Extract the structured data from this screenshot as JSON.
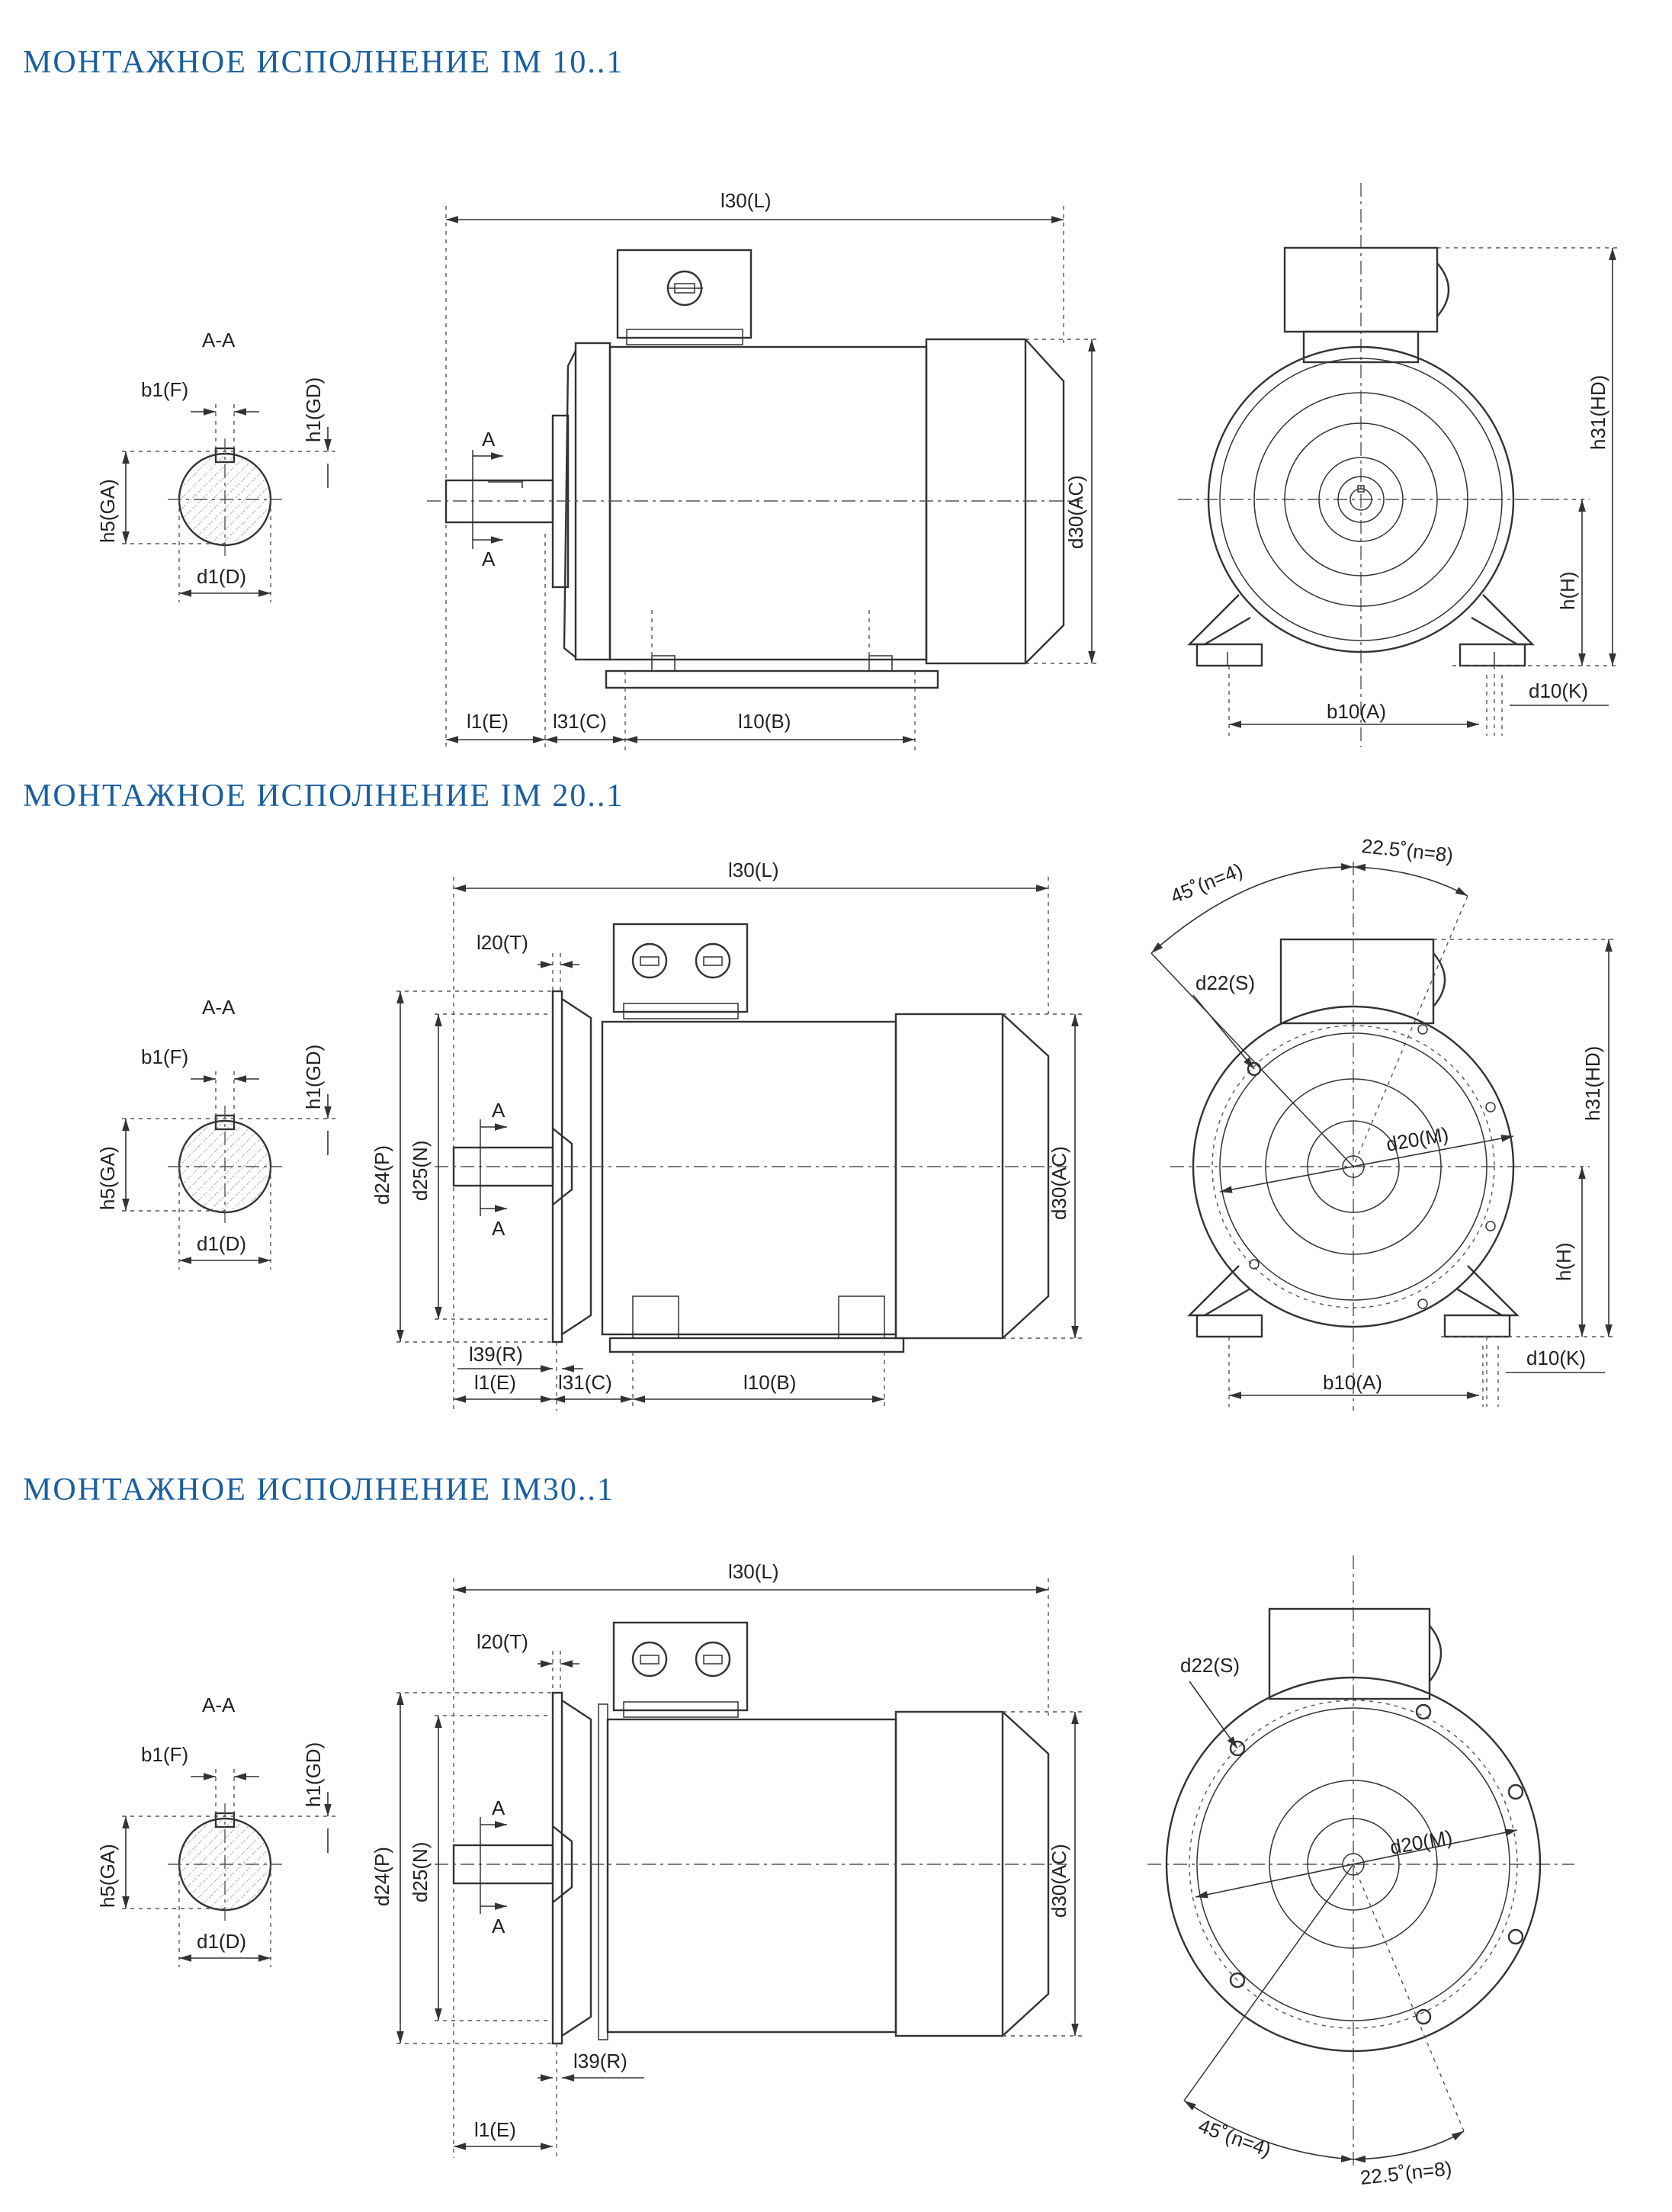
{
  "sections": [
    {
      "title": "МОНТАЖНОЕ ИСПОЛНЕНИЕ IM 10..1",
      "labels": {
        "section_aa": "A-A",
        "b1": "b1(F)",
        "h1": "h1(GD)",
        "h5": "h5(GA)",
        "d1": "d1(D)",
        "l30": "l30(L)",
        "d30": "d30(AC)",
        "a": "A",
        "l1": "l1(E)",
        "l31": "l31(C)",
        "l10": "l10(B)",
        "h31": "h31(HD)",
        "h": "h(H)",
        "b10": "b10(A)",
        "d10": "d10(K)"
      }
    },
    {
      "title": "МОНТАЖНОЕ ИСПОЛНЕНИЕ IM 20..1",
      "labels": {
        "section_aa": "A-A",
        "b1": "b1(F)",
        "h1": "h1(GD)",
        "h5": "h5(GA)",
        "d1": "d1(D)",
        "l30": "l30(L)",
        "l20": "l20(T)",
        "d24": "d24(P)",
        "d25": "d25(N)",
        "d30": "d30(AC)",
        "a": "A",
        "l39": "l39(R)",
        "l1": "l1(E)",
        "l31": "l31(C)",
        "l10": "l10(B)",
        "angle45": "45˚(n=4)",
        "angle22": "22.5˚(n=8)",
        "d22": "d22(S)",
        "d20": "d20(M)",
        "h31": "h31(HD)",
        "h": "h(H)",
        "b10": "b10(A)",
        "d10": "d10(K)"
      }
    },
    {
      "title": "МОНТАЖНОЕ ИСПОЛНЕНИЕ IM30..1",
      "labels": {
        "section_aa": "A-A",
        "b1": "b1(F)",
        "h1": "h1(GD)",
        "h5": "h5(GA)",
        "d1": "d1(D)",
        "l30": "l30(L)",
        "l20": "l20(T)",
        "d24": "d24(P)",
        "d25": "d25(N)",
        "d30": "d30(AC)",
        "a": "A",
        "l39": "l39(R)",
        "l1": "l1(E)",
        "d22": "d22(S)",
        "d20": "d20(M)",
        "angle45": "45˚(n=4)",
        "angle22": "22.5˚(n=8)"
      }
    }
  ]
}
